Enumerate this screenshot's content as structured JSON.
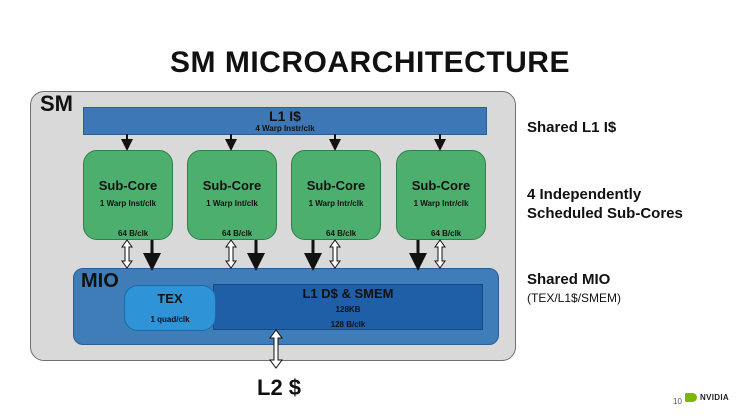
{
  "title": "SM MICROARCHITECTURE",
  "sm": {
    "label": "SM",
    "l1i": {
      "name": "L1 I$",
      "rate": "4 Warp Instr/clk"
    },
    "subcores": [
      {
        "name": "Sub-Core",
        "rate": "1 Warp Inst/clk",
        "bw": "64 B/clk"
      },
      {
        "name": "Sub-Core",
        "rate": "1 Warp Int/clk",
        "bw": "64 B/clk"
      },
      {
        "name": "Sub-Core",
        "rate": "1 Warp Intr/clk",
        "bw": "64 B/clk"
      },
      {
        "name": "Sub-Core",
        "rate": "1 Warp Intr/clk",
        "bw": "64 B/clk"
      }
    ],
    "mio": {
      "label": "MIO",
      "tex": {
        "name": "TEX",
        "rate": "1 quad/clk"
      },
      "l1d": {
        "name": "L1 D$ & SMEM",
        "size": "128KB",
        "rate": "128 B/clk"
      }
    }
  },
  "l2": "L2 $",
  "side_labels": {
    "l1i": "Shared L1 I$",
    "subcores_line1": "4 Independently",
    "subcores_line2": "Scheduled Sub-Cores",
    "mio": "Shared MIO",
    "mio_sub": "(TEX/L1$/SMEM)"
  },
  "footer": {
    "page": "10",
    "logo": "NVIDIA"
  },
  "colors": {
    "sm_bg": "#d9d9d9",
    "subcore": "#4caf6e",
    "l1i": "#3e77b5",
    "mio": "#3f7db8",
    "tex": "#2f93d8",
    "l1d": "#1f5fa8",
    "nvidia_green": "#76b900"
  }
}
